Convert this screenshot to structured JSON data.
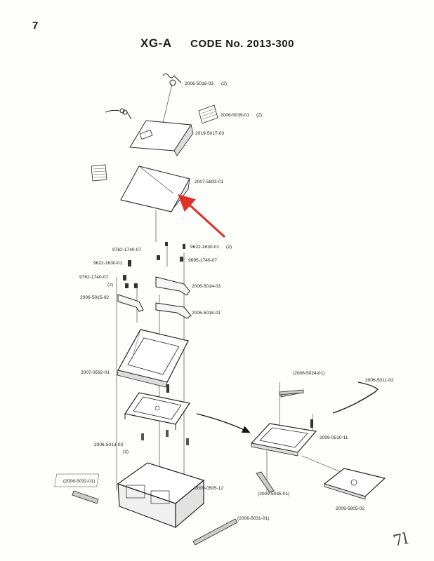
{
  "page_number": "7",
  "model": "XG-A",
  "code_label": "CODE",
  "code_number": "No. 2013-300",
  "corner_note": "7l",
  "arrow_color": "#e0302a",
  "labels": {
    "p_2006_5016_03": "2006-5016-03",
    "q_2006_5016_03": "(2)",
    "p_2006_5039_01": "2006-5039-01",
    "q_2006_5039_01": "(2)",
    "p_2019_5017_03": "2019-5017-03",
    "p_2007_5803_01": "2007-5803-01",
    "p_9762_1740_07_a": "9762-1740-07",
    "p_9622_1630_01_a": "9622-1630-01",
    "q_9622_1630_01_a": "(2)",
    "p_9622_1630_01_b": "9622-1630-01",
    "p_9695_1740_07": "9695-1740-07",
    "p_9762_1740_07_b": "9762-1740-07",
    "q_9762_1740_07_b": "(2)",
    "p_2006_5014_03": "2006-5014-03",
    "p_2006_5015_02": "2006-5015-02",
    "p_2006_5018_01": "2006-5018-01",
    "p_2007_0592_01": "2007-0592-01",
    "p_2006_5024_01": "(2006-5024-01)",
    "p_2006_5011_02": "2006-5011-02",
    "p_2009_0510_11": "2009-0510-11",
    "p_2006_5013_03": "2006-5013-03",
    "q_2006_5013_03": "(3)",
    "p_2006_5032_01": "(2006-5032-01)",
    "p_2009_0505_12": "2009-0505-12",
    "p_2009_5035_01": "(2009-5035-01)",
    "p_2009_5805_02": "2009-5805-02",
    "p_2006_5031_01": "(2006-5031-01)"
  }
}
